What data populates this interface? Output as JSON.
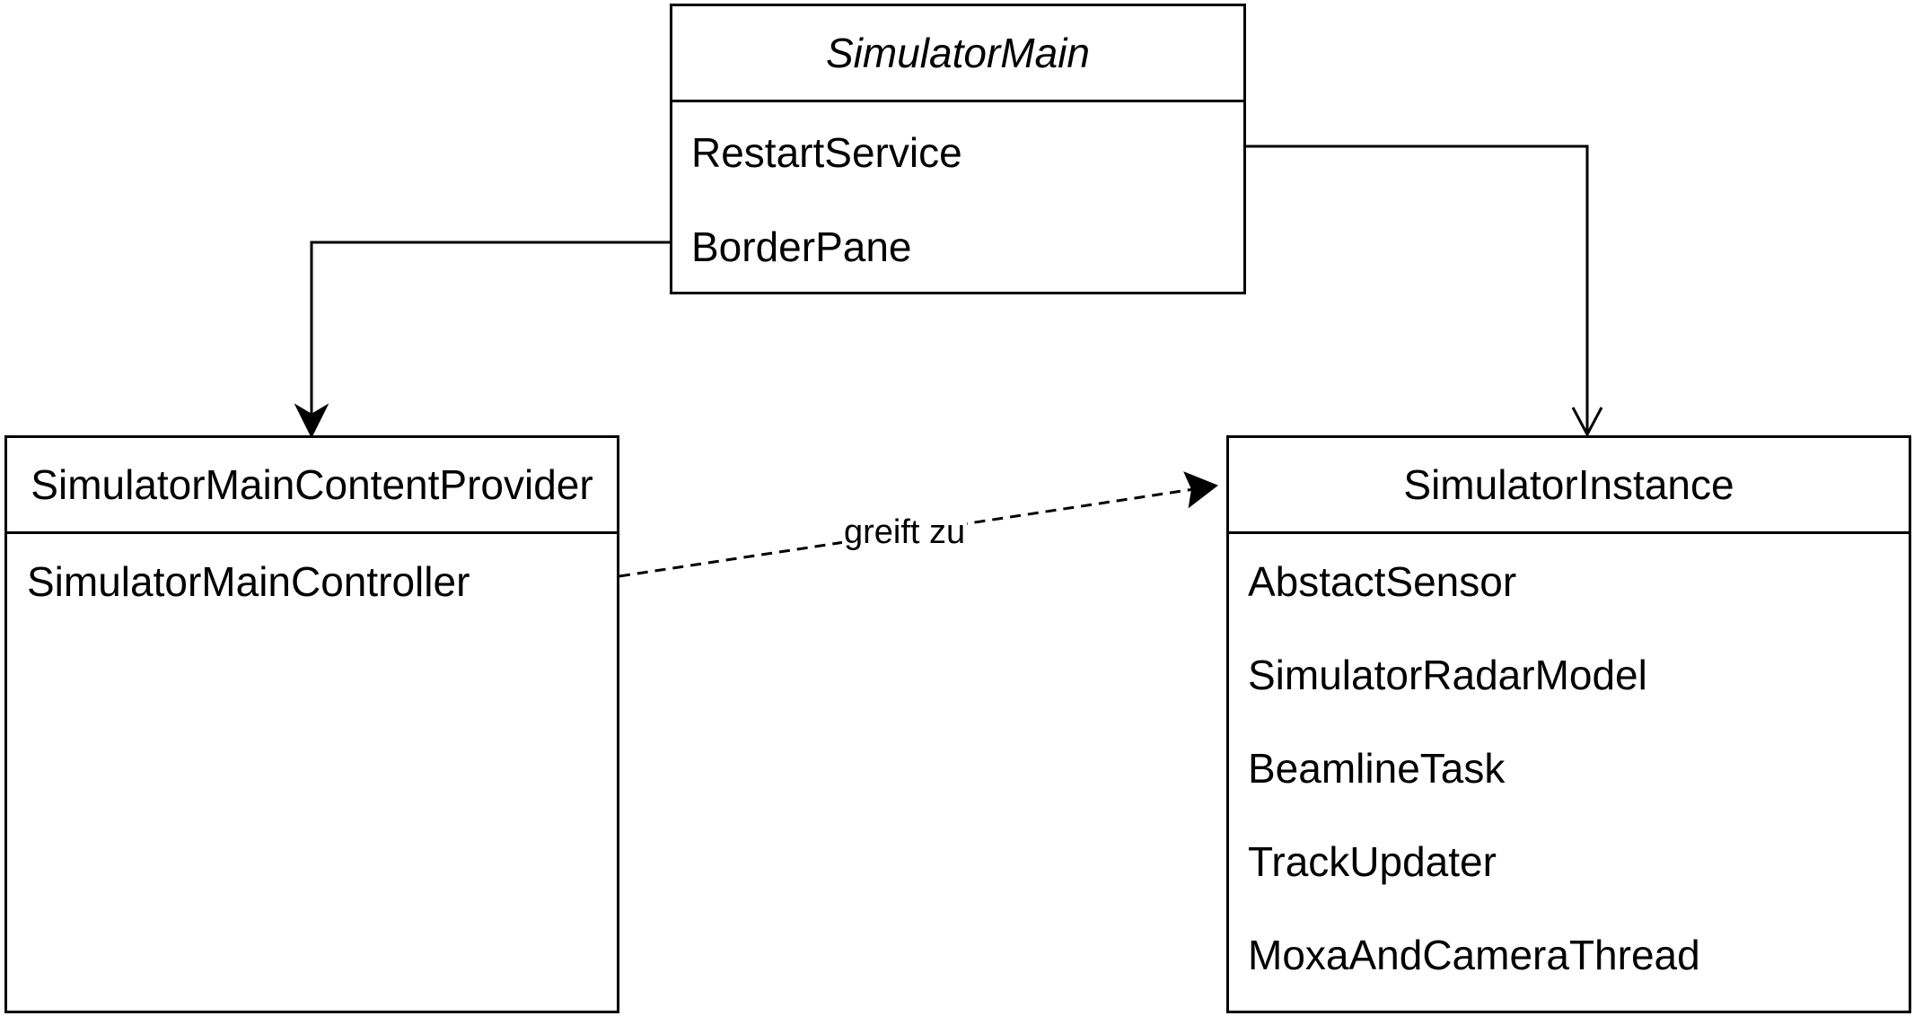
{
  "classes": {
    "simulator_main": {
      "name": "SimulatorMain",
      "attributes": [
        "RestartService",
        "BorderPane"
      ]
    },
    "content_provider": {
      "name": "SimulatorMainContentProvider",
      "attributes": [
        "SimulatorMainController"
      ]
    },
    "simulator_instance": {
      "name": "SimulatorInstance",
      "attributes": [
        "AbstactSensor",
        "SimulatorRadarModel",
        "BeamlineTask",
        "TrackUpdater",
        "MoxaAndCameraThread"
      ]
    }
  },
  "edges": {
    "access_label": "greift zu"
  }
}
